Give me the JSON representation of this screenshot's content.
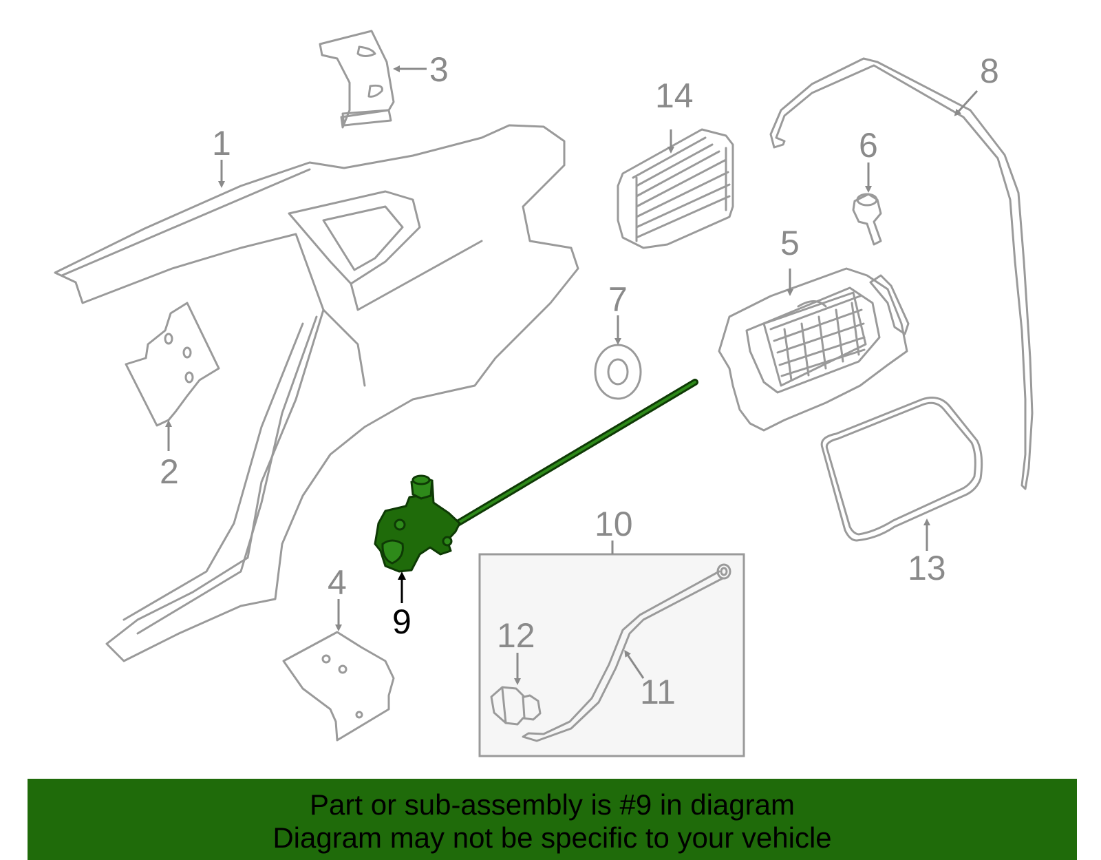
{
  "diagram": {
    "highlight_color": "#1f6b0a",
    "labels": {
      "p1": "1",
      "p2": "2",
      "p3": "3",
      "p4": "4",
      "p5": "5",
      "p6": "6",
      "p7": "7",
      "p8": "8",
      "p9": "9",
      "p10": "10",
      "p11": "11",
      "p12": "12",
      "p13": "13",
      "p14": "14"
    }
  },
  "banner": {
    "line1": "Part or sub-assembly is #9 in diagram",
    "line2": "Diagram may not be specific to your vehicle",
    "background": "#1f6b0a"
  }
}
